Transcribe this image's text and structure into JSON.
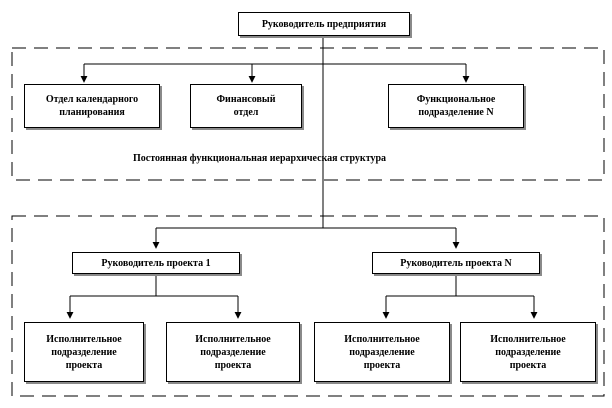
{
  "diagram": {
    "top": {
      "label": "Руководитель предприятия"
    },
    "functional": {
      "caption": "Постоянная функциональная иерархическая структура",
      "departments": [
        {
          "label": "Отдел календарного\nпланирования"
        },
        {
          "label": "Финансовый\nотдел"
        },
        {
          "label": "Функциональное\nподразделение N"
        }
      ]
    },
    "projects": {
      "managers": [
        {
          "label": "Руководитель проекта 1"
        },
        {
          "label": "Руководитель проекта N"
        }
      ],
      "executors": [
        {
          "label": "Исполнительное\nподразделение\nпроекта"
        },
        {
          "label": "Исполнительное\nподразделение\nпроекта"
        },
        {
          "label": "Исполнительное\nподразделение\nпроекта"
        },
        {
          "label": "Исполнительное\nподразделение\nпроекта"
        }
      ]
    }
  }
}
